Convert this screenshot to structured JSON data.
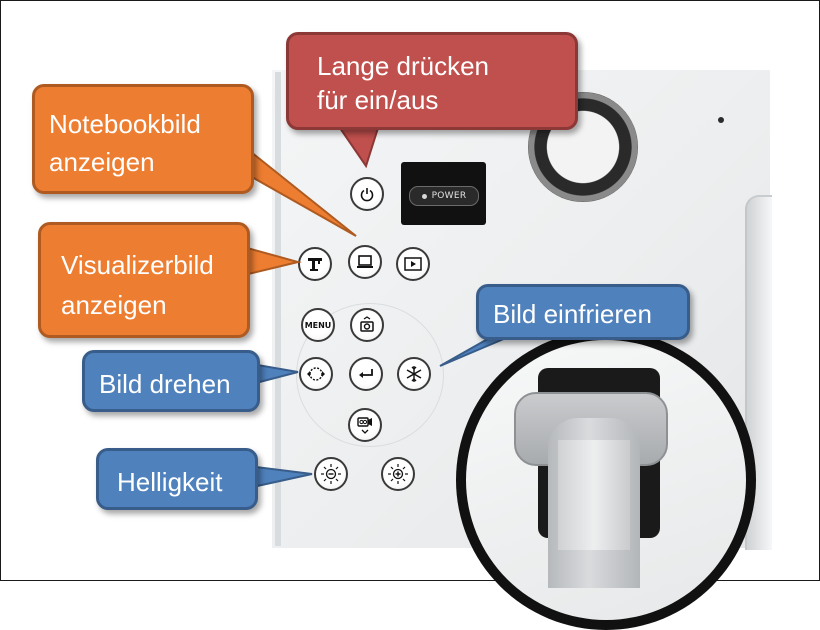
{
  "device": {
    "power_panel_label": "POWER",
    "buttons": [
      {
        "name": "power-button",
        "icon": "power-icon"
      },
      {
        "name": "visualizer-button",
        "icon": "visualizer-icon"
      },
      {
        "name": "notebook-button",
        "icon": "laptop-icon"
      },
      {
        "name": "playback-button",
        "icon": "play-icon"
      },
      {
        "name": "menu-button",
        "label": "MENU"
      },
      {
        "name": "capture-button",
        "icon": "camera-icon"
      },
      {
        "name": "rotate-button",
        "icon": "rotate-icon"
      },
      {
        "name": "enter-button",
        "icon": "enter-icon"
      },
      {
        "name": "freeze-button",
        "icon": "snowflake-icon"
      },
      {
        "name": "record-button",
        "icon": "video-camera-icon"
      },
      {
        "name": "brightness-down-button",
        "icon": "brightness-minus-icon"
      },
      {
        "name": "brightness-up-button",
        "icon": "brightness-plus-icon"
      }
    ]
  },
  "callouts": {
    "power": "Lange drücken\nfür ein/aus",
    "notebook": "Notebookbild\nanzeigen",
    "visualizer": "Visualizerbild\nanzeigen",
    "freeze": "Bild einfrieren",
    "rotate": "Bild drehen",
    "brightness": "Helligkeit"
  },
  "colors": {
    "orange": "#ed7d31",
    "red": "#c0504d",
    "blue": "#4f81bd"
  }
}
